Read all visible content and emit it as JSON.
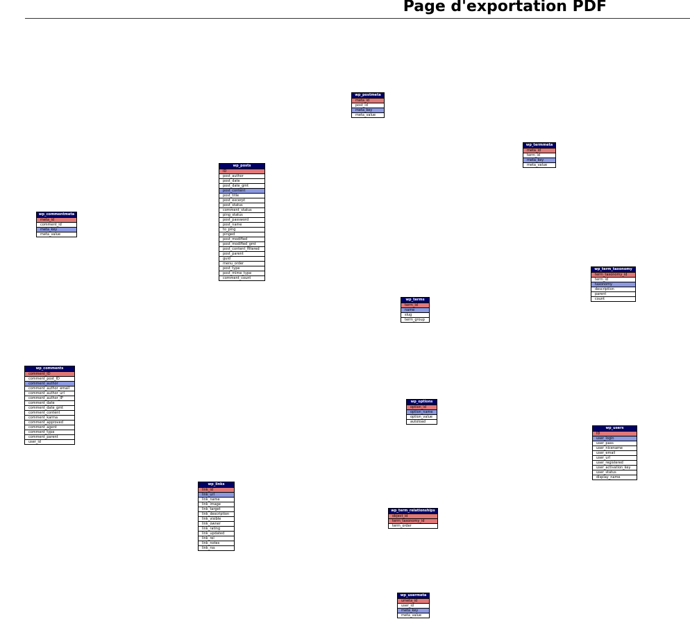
{
  "page": {
    "title": "Page d'exportation PDF"
  },
  "colors": {
    "header_bg": "#000066",
    "primary_key": "#e07878",
    "indexed": "#8c99e0"
  },
  "tables": {
    "wp_postmeta": {
      "name": "wp_postmeta",
      "columns": [
        {
          "label": "meta_id",
          "kind": "pk"
        },
        {
          "label": "post_id",
          "kind": "plain"
        },
        {
          "label": "meta_key",
          "kind": "ix"
        },
        {
          "label": "meta_value",
          "kind": "plain"
        }
      ]
    },
    "wp_termmeta": {
      "name": "wp_termmeta",
      "columns": [
        {
          "label": "meta_id",
          "kind": "pk"
        },
        {
          "label": "term_id",
          "kind": "plain"
        },
        {
          "label": "meta_key",
          "kind": "ix"
        },
        {
          "label": "meta_value",
          "kind": "plain"
        }
      ]
    },
    "wp_posts": {
      "name": "wp_posts",
      "columns": [
        {
          "label": "ID",
          "kind": "pk"
        },
        {
          "label": "post_author",
          "kind": "plain"
        },
        {
          "label": "post_date",
          "kind": "plain"
        },
        {
          "label": "post_date_gmt",
          "kind": "plain"
        },
        {
          "label": "post_content",
          "kind": "ix"
        },
        {
          "label": "post_title",
          "kind": "plain"
        },
        {
          "label": "post_excerpt",
          "kind": "plain"
        },
        {
          "label": "post_status",
          "kind": "plain"
        },
        {
          "label": "comment_status",
          "kind": "plain"
        },
        {
          "label": "ping_status",
          "kind": "plain"
        },
        {
          "label": "post_password",
          "kind": "plain"
        },
        {
          "label": "post_name",
          "kind": "plain"
        },
        {
          "label": "to_ping",
          "kind": "plain"
        },
        {
          "label": "pinged",
          "kind": "plain"
        },
        {
          "label": "post_modified",
          "kind": "plain"
        },
        {
          "label": "post_modified_gmt",
          "kind": "plain"
        },
        {
          "label": "post_content_filtered",
          "kind": "plain"
        },
        {
          "label": "post_parent",
          "kind": "plain"
        },
        {
          "label": "guid",
          "kind": "plain"
        },
        {
          "label": "menu_order",
          "kind": "plain"
        },
        {
          "label": "post_type",
          "kind": "plain"
        },
        {
          "label": "post_mime_type",
          "kind": "plain"
        },
        {
          "label": "comment_count",
          "kind": "plain"
        }
      ]
    },
    "wp_commentmeta": {
      "name": "wp_commentmeta",
      "columns": [
        {
          "label": "meta_id",
          "kind": "pk"
        },
        {
          "label": "comment_id",
          "kind": "plain"
        },
        {
          "label": "meta_key",
          "kind": "ix"
        },
        {
          "label": "meta_value",
          "kind": "plain"
        }
      ]
    },
    "wp_term_taxonomy": {
      "name": "wp_term_taxonomy",
      "columns": [
        {
          "label": "term_taxonomy_id",
          "kind": "pk"
        },
        {
          "label": "term_id",
          "kind": "plain"
        },
        {
          "label": "taxonomy",
          "kind": "ix"
        },
        {
          "label": "description",
          "kind": "plain"
        },
        {
          "label": "parent",
          "kind": "plain"
        },
        {
          "label": "count",
          "kind": "plain"
        }
      ]
    },
    "wp_terms": {
      "name": "wp_terms",
      "columns": [
        {
          "label": "term_id",
          "kind": "pk"
        },
        {
          "label": "name",
          "kind": "ix"
        },
        {
          "label": "slug",
          "kind": "plain"
        },
        {
          "label": "term_group",
          "kind": "plain"
        }
      ]
    },
    "wp_comments": {
      "name": "wp_comments",
      "columns": [
        {
          "label": "comment_ID",
          "kind": "pk"
        },
        {
          "label": "comment_post_ID",
          "kind": "plain"
        },
        {
          "label": "comment_author",
          "kind": "ix"
        },
        {
          "label": "comment_author_email",
          "kind": "plain"
        },
        {
          "label": "comment_author_url",
          "kind": "plain"
        },
        {
          "label": "comment_author_IP",
          "kind": "plain"
        },
        {
          "label": "comment_date",
          "kind": "plain"
        },
        {
          "label": "comment_date_gmt",
          "kind": "plain"
        },
        {
          "label": "comment_content",
          "kind": "plain"
        },
        {
          "label": "comment_karma",
          "kind": "plain"
        },
        {
          "label": "comment_approved",
          "kind": "plain"
        },
        {
          "label": "comment_agent",
          "kind": "plain"
        },
        {
          "label": "comment_type",
          "kind": "plain"
        },
        {
          "label": "comment_parent",
          "kind": "plain"
        },
        {
          "label": "user_id",
          "kind": "plain"
        }
      ]
    },
    "wp_options": {
      "name": "wp_options",
      "columns": [
        {
          "label": "option_id",
          "kind": "pk"
        },
        {
          "label": "option_name",
          "kind": "ix"
        },
        {
          "label": "option_value",
          "kind": "plain"
        },
        {
          "label": "autoload",
          "kind": "plain"
        }
      ]
    },
    "wp_users": {
      "name": "wp_users",
      "columns": [
        {
          "label": "ID",
          "kind": "pk"
        },
        {
          "label": "user_login",
          "kind": "ix"
        },
        {
          "label": "user_pass",
          "kind": "plain"
        },
        {
          "label": "user_nicename",
          "kind": "plain"
        },
        {
          "label": "user_email",
          "kind": "plain"
        },
        {
          "label": "user_url",
          "kind": "plain"
        },
        {
          "label": "user_registered",
          "kind": "plain"
        },
        {
          "label": "user_activation_key",
          "kind": "plain"
        },
        {
          "label": "user_status",
          "kind": "plain"
        },
        {
          "label": "display_name",
          "kind": "plain"
        }
      ]
    },
    "wp_links": {
      "name": "wp_links",
      "columns": [
        {
          "label": "link_id",
          "kind": "pk"
        },
        {
          "label": "link_url",
          "kind": "ix"
        },
        {
          "label": "link_name",
          "kind": "plain"
        },
        {
          "label": "link_image",
          "kind": "plain"
        },
        {
          "label": "link_target",
          "kind": "plain"
        },
        {
          "label": "link_description",
          "kind": "plain"
        },
        {
          "label": "link_visible",
          "kind": "plain"
        },
        {
          "label": "link_owner",
          "kind": "plain"
        },
        {
          "label": "link_rating",
          "kind": "plain"
        },
        {
          "label": "link_updated",
          "kind": "plain"
        },
        {
          "label": "link_rel",
          "kind": "plain"
        },
        {
          "label": "link_notes",
          "kind": "plain"
        },
        {
          "label": "link_rss",
          "kind": "plain"
        }
      ]
    },
    "wp_term_relationships": {
      "name": "wp_term_relationships",
      "columns": [
        {
          "label": "object_id",
          "kind": "pk"
        },
        {
          "label": "term_taxonomy_id",
          "kind": "pk"
        },
        {
          "label": "term_order",
          "kind": "plain"
        }
      ]
    },
    "wp_usermeta": {
      "name": "wp_usermeta",
      "columns": [
        {
          "label": "umeta_id",
          "kind": "pk"
        },
        {
          "label": "user_id",
          "kind": "plain"
        },
        {
          "label": "meta_key",
          "kind": "ix"
        },
        {
          "label": "meta_value",
          "kind": "plain"
        }
      ]
    }
  }
}
